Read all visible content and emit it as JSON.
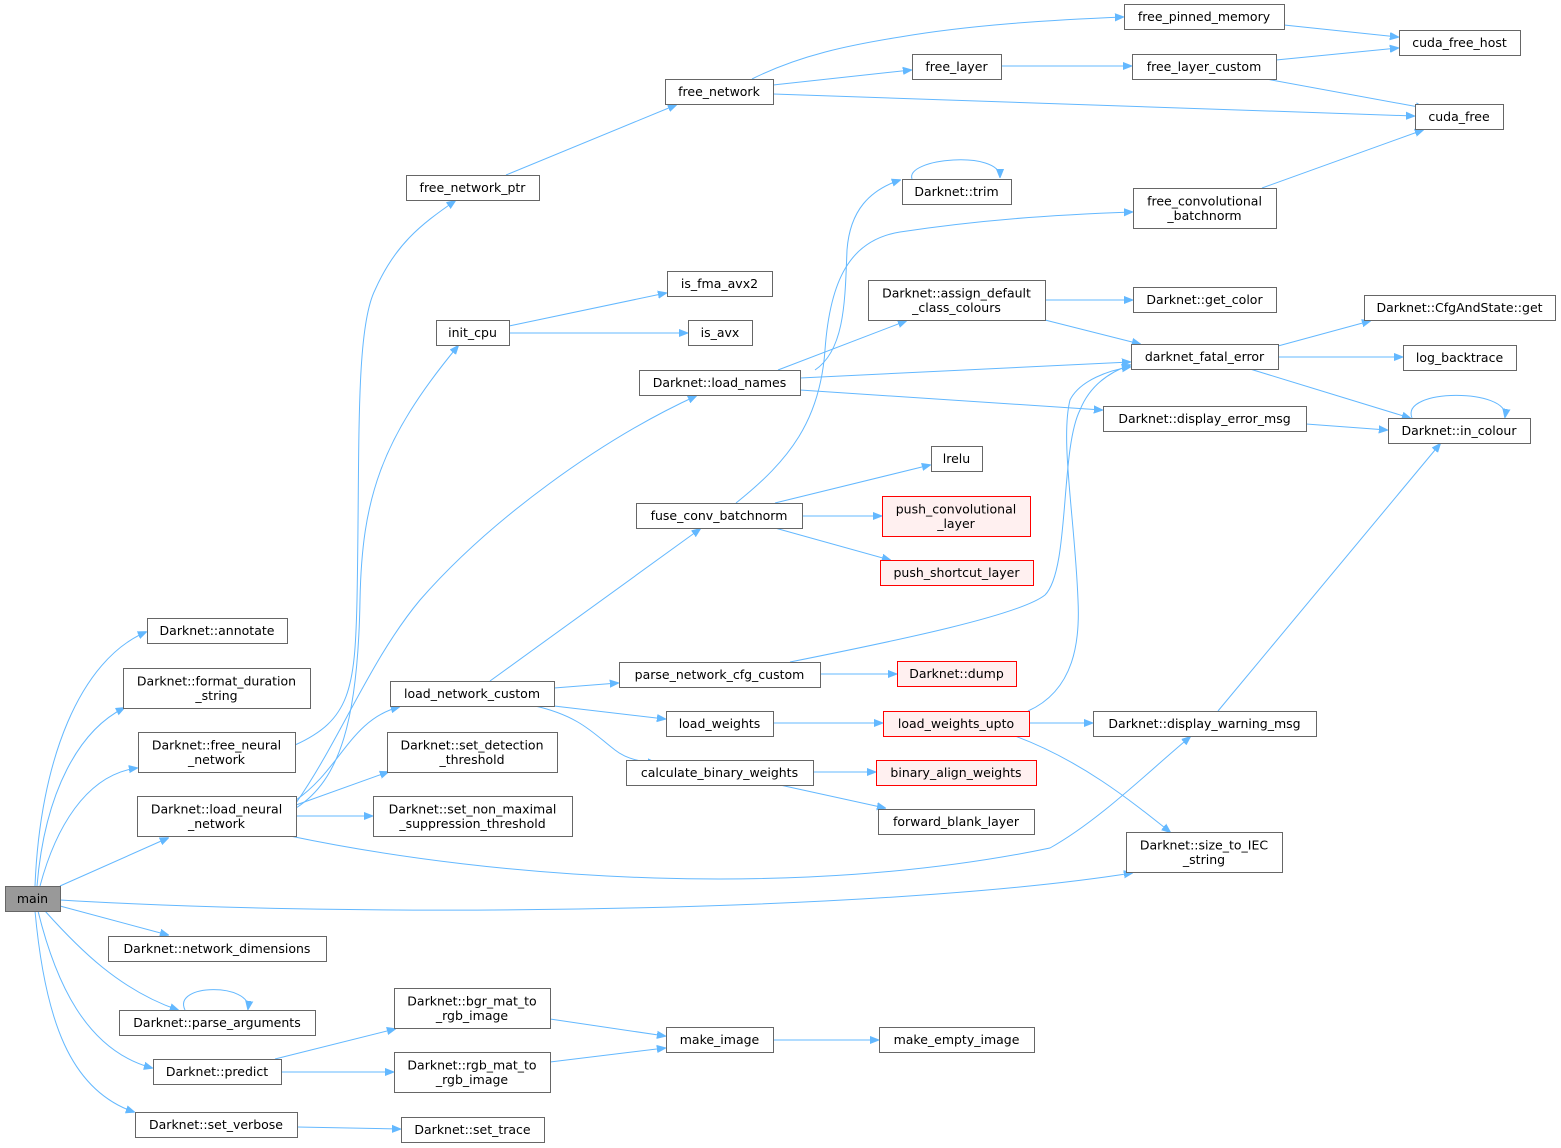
{
  "title": "main call graph",
  "colors": {
    "edge": "#63b8ff",
    "root_fill": "#999999",
    "warn_fill": "#fff0f0",
    "warn_border": "#ff0000"
  },
  "nodes": {
    "main": {
      "lines": [
        "main"
      ],
      "kind": "root"
    },
    "annotate": {
      "lines": [
        "Darknet::annotate"
      ],
      "kind": "normal"
    },
    "format_duration": {
      "lines": [
        "Darknet::format_duration",
        "_string"
      ],
      "kind": "normal"
    },
    "free_neural": {
      "lines": [
        "Darknet::free_neural",
        "_network"
      ],
      "kind": "normal"
    },
    "load_neural": {
      "lines": [
        "Darknet::load_neural",
        "_network"
      ],
      "kind": "normal"
    },
    "network_dimensions": {
      "lines": [
        "Darknet::network_dimensions"
      ],
      "kind": "normal"
    },
    "parse_arguments": {
      "lines": [
        "Darknet::parse_arguments"
      ],
      "kind": "normal"
    },
    "predict": {
      "lines": [
        "Darknet::predict"
      ],
      "kind": "normal"
    },
    "set_verbose": {
      "lines": [
        "Darknet::set_verbose"
      ],
      "kind": "normal"
    },
    "free_network_ptr": {
      "lines": [
        "free_network_ptr"
      ],
      "kind": "normal"
    },
    "init_cpu": {
      "lines": [
        "init_cpu"
      ],
      "kind": "normal"
    },
    "load_network_custom": {
      "lines": [
        "load_network_custom"
      ],
      "kind": "normal"
    },
    "set_detection": {
      "lines": [
        "Darknet::set_detection",
        "_threshold"
      ],
      "kind": "normal"
    },
    "set_nms": {
      "lines": [
        "Darknet::set_non_maximal",
        "_suppression_threshold"
      ],
      "kind": "normal"
    },
    "bgr_mat": {
      "lines": [
        "Darknet::bgr_mat_to",
        "_rgb_image"
      ],
      "kind": "normal"
    },
    "rgb_mat": {
      "lines": [
        "Darknet::rgb_mat_to",
        "_rgb_image"
      ],
      "kind": "normal"
    },
    "set_trace": {
      "lines": [
        "Darknet::set_trace"
      ],
      "kind": "normal"
    },
    "free_network": {
      "lines": [
        "free_network"
      ],
      "kind": "normal"
    },
    "is_fma_avx2": {
      "lines": [
        "is_fma_avx2"
      ],
      "kind": "normal"
    },
    "is_avx": {
      "lines": [
        "is_avx"
      ],
      "kind": "normal"
    },
    "load_names": {
      "lines": [
        "Darknet::load_names"
      ],
      "kind": "normal"
    },
    "fuse_conv": {
      "lines": [
        "fuse_conv_batchnorm"
      ],
      "kind": "normal"
    },
    "parse_cfg": {
      "lines": [
        "parse_network_cfg_custom"
      ],
      "kind": "normal"
    },
    "load_weights": {
      "lines": [
        "load_weights"
      ],
      "kind": "normal"
    },
    "calc_binary": {
      "lines": [
        "calculate_binary_weights"
      ],
      "kind": "normal"
    },
    "make_image": {
      "lines": [
        "make_image"
      ],
      "kind": "normal"
    },
    "free_layer": {
      "lines": [
        "free_layer"
      ],
      "kind": "normal"
    },
    "trim": {
      "lines": [
        "Darknet::trim"
      ],
      "kind": "normal"
    },
    "assign_default": {
      "lines": [
        "Darknet::assign_default",
        "_class_colours"
      ],
      "kind": "normal"
    },
    "lrelu": {
      "lines": [
        "lrelu"
      ],
      "kind": "normal"
    },
    "push_conv": {
      "lines": [
        "push_convolutional",
        "_layer"
      ],
      "kind": "red"
    },
    "push_shortcut": {
      "lines": [
        "push_shortcut_layer"
      ],
      "kind": "red"
    },
    "dump": {
      "lines": [
        "Darknet::dump"
      ],
      "kind": "red"
    },
    "load_weights_upto": {
      "lines": [
        "load_weights_upto"
      ],
      "kind": "red"
    },
    "binary_align": {
      "lines": [
        "binary_align_weights"
      ],
      "kind": "red"
    },
    "forward_blank": {
      "lines": [
        "forward_blank_layer"
      ],
      "kind": "normal"
    },
    "make_empty": {
      "lines": [
        "make_empty_image"
      ],
      "kind": "normal"
    },
    "free_pinned": {
      "lines": [
        "free_pinned_memory"
      ],
      "kind": "normal"
    },
    "free_layer_custom": {
      "lines": [
        "free_layer_custom"
      ],
      "kind": "normal"
    },
    "free_conv_bn": {
      "lines": [
        "free_convolutional",
        "_batchnorm"
      ],
      "kind": "normal"
    },
    "get_color": {
      "lines": [
        "Darknet::get_color"
      ],
      "kind": "normal"
    },
    "darknet_fatal": {
      "lines": [
        "darknet_fatal_error"
      ],
      "kind": "normal"
    },
    "display_error": {
      "lines": [
        "Darknet::display_error_msg"
      ],
      "kind": "normal"
    },
    "display_warning": {
      "lines": [
        "Darknet::display_warning_msg"
      ],
      "kind": "normal"
    },
    "size_to_iec": {
      "lines": [
        "Darknet::size_to_IEC",
        "_string"
      ],
      "kind": "normal"
    },
    "cuda_free_host": {
      "lines": [
        "cuda_free_host"
      ],
      "kind": "normal"
    },
    "cuda_free": {
      "lines": [
        "cuda_free"
      ],
      "kind": "normal"
    },
    "cfg_get": {
      "lines": [
        "Darknet::CfgAndState::get"
      ],
      "kind": "normal"
    },
    "log_backtrace": {
      "lines": [
        "log_backtrace"
      ],
      "kind": "normal"
    },
    "in_colour": {
      "lines": [
        "Darknet::in_colour"
      ],
      "kind": "normal"
    }
  }
}
